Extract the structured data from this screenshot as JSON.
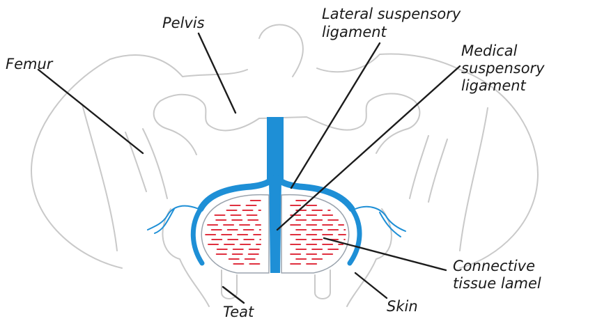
{
  "colors": {
    "ligament": "#1e8fd6",
    "lamel": "#e0303f",
    "outline": "#c9c9c9",
    "leader": "#1c1c1c"
  },
  "labels": {
    "pelvis": "Pelvis",
    "femur": "Femur",
    "lateral_line1": "Lateral suspensory",
    "lateral_line2": "ligament",
    "medical_line1": "Medical",
    "medical_line2": "suspensory",
    "medical_line3": "ligament",
    "connective_line1": "Connective",
    "connective_line2": "tissue lamel",
    "teat": "Teat",
    "skin": "Skin"
  }
}
